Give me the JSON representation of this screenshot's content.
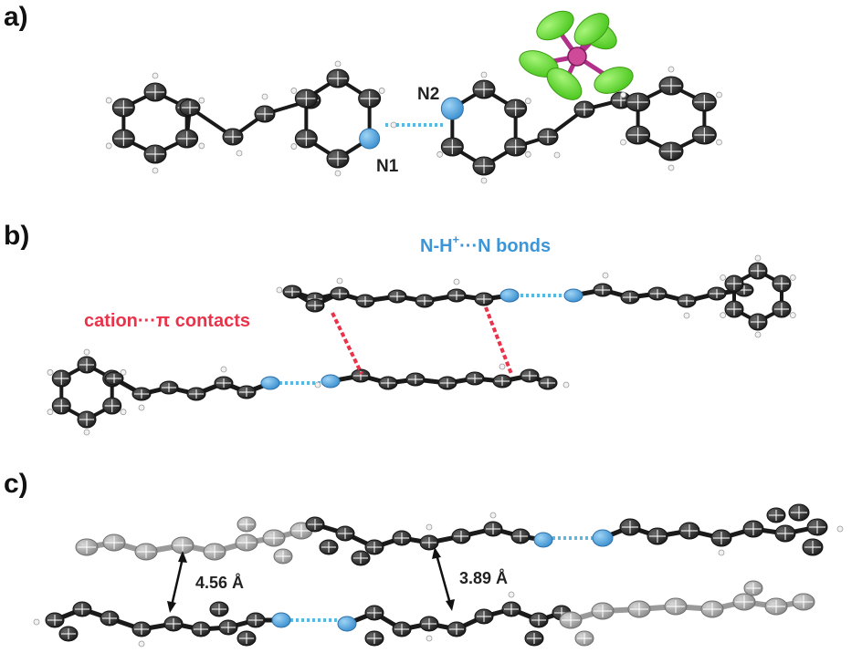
{
  "panels": [
    {
      "id": "a",
      "label": "a)"
    },
    {
      "id": "b",
      "label": "b)"
    },
    {
      "id": "c",
      "label": "c)"
    }
  ],
  "atom_labels": {
    "n1": "N1",
    "n2": "N2"
  },
  "annotations": {
    "cation_pi": "cation···π contacts",
    "nh_bond_prefix": "N-H",
    "nh_bond_sup": "+",
    "nh_bond_suffix": "···N bonds"
  },
  "distances": {
    "d1": "4.56 Å",
    "d2": "3.89 Å"
  },
  "colors": {
    "carbon": "#2b2b2b",
    "hydrogen": "#f2f2f2",
    "nitrogen": "#4aa3e0",
    "hbond": "#59b8e0",
    "cation_pi": "#e8334a",
    "faded": "#a8a8a8",
    "fluorine": "#6be22f",
    "phosphorus": "#d04a9a"
  }
}
